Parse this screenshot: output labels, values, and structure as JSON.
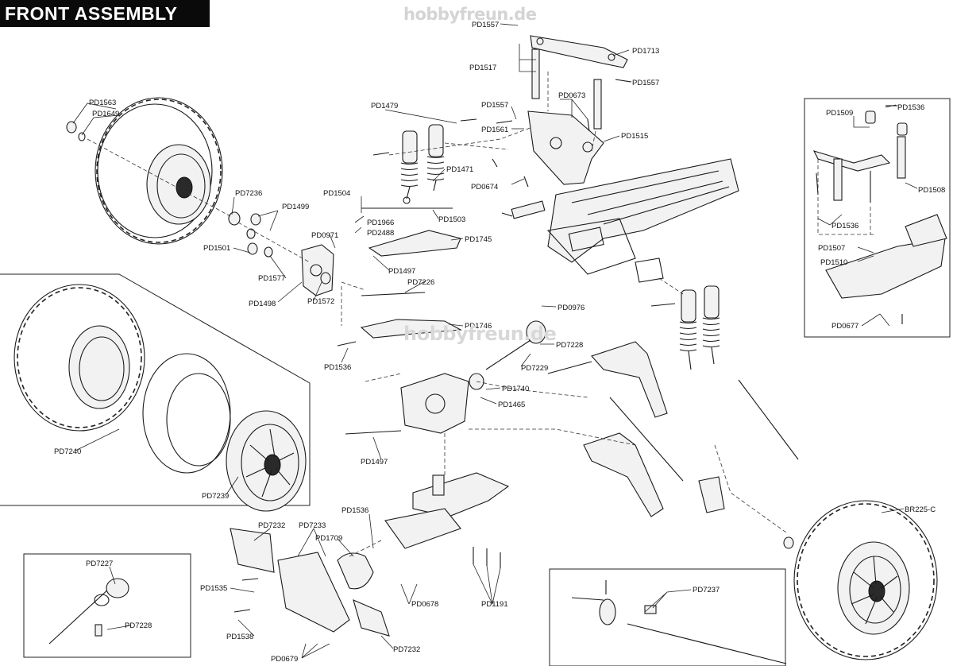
{
  "title": "FRONT ASSEMBLY",
  "watermark": "hobbyfreun.de",
  "watermark_center": "hobbyfreun.de",
  "labels": {
    "pd1557_a": "PD1557",
    "pd1713": "PD1713",
    "pd1517": "PD1517",
    "pd1557_b": "PD1557",
    "pd1563": "PD1563",
    "pd1649": "PD1649",
    "pd1479": "PD1479",
    "pd1557_c": "PD1557",
    "pd0673": "PD0673",
    "pd1561": "PD1561",
    "pd1515": "PD1515",
    "pd1509": "PD1509",
    "pd1536_a": "PD1536",
    "pd1471": "PD1471",
    "pd0674": "PD0674",
    "pd1508": "PD1508",
    "pd1504": "PD1504",
    "pd7236": "PD7236",
    "pd1499": "PD1499",
    "pd1966": "PD1966",
    "pd2488": "PD2488",
    "pd1503": "PD1503",
    "pd1745": "PD1745",
    "pd1536_b": "PD1536",
    "pd0971": "PD0971",
    "pd1501": "PD1501",
    "pd1507": "PD1507",
    "pd1510": "PD1510",
    "pd1497_a": "PD1497",
    "pd1577": "PD1577",
    "pd7226": "PD7226",
    "pd1498": "PD1498",
    "pd1572": "PD1572",
    "pd0976": "PD0976",
    "pd0677_a": "PD0677",
    "pd1746": "PD1746",
    "pd7228_a": "PD7228",
    "pd1536_c": "PD1536",
    "pd7229": "PD7229",
    "pd1740": "PD1740",
    "pd1465": "PD1465",
    "pd7240": "PD7240",
    "pd1497_b": "PD1497",
    "pd7239": "PD7239",
    "br225c": "BR225-C",
    "pd1536_d": "PD1536",
    "pd7232_a": "PD7232",
    "pd7233": "PD7233",
    "pd1709": "PD1709",
    "pd7227": "PD7227",
    "pd1535": "PD1535",
    "pd0678": "PD0678",
    "pd1191": "PD1191",
    "pd7237": "PD7237",
    "pd7228_b": "PD7228",
    "pd1538": "PD1538",
    "pd7232_b": "PD7232",
    "pd0679": "PD0679"
  }
}
